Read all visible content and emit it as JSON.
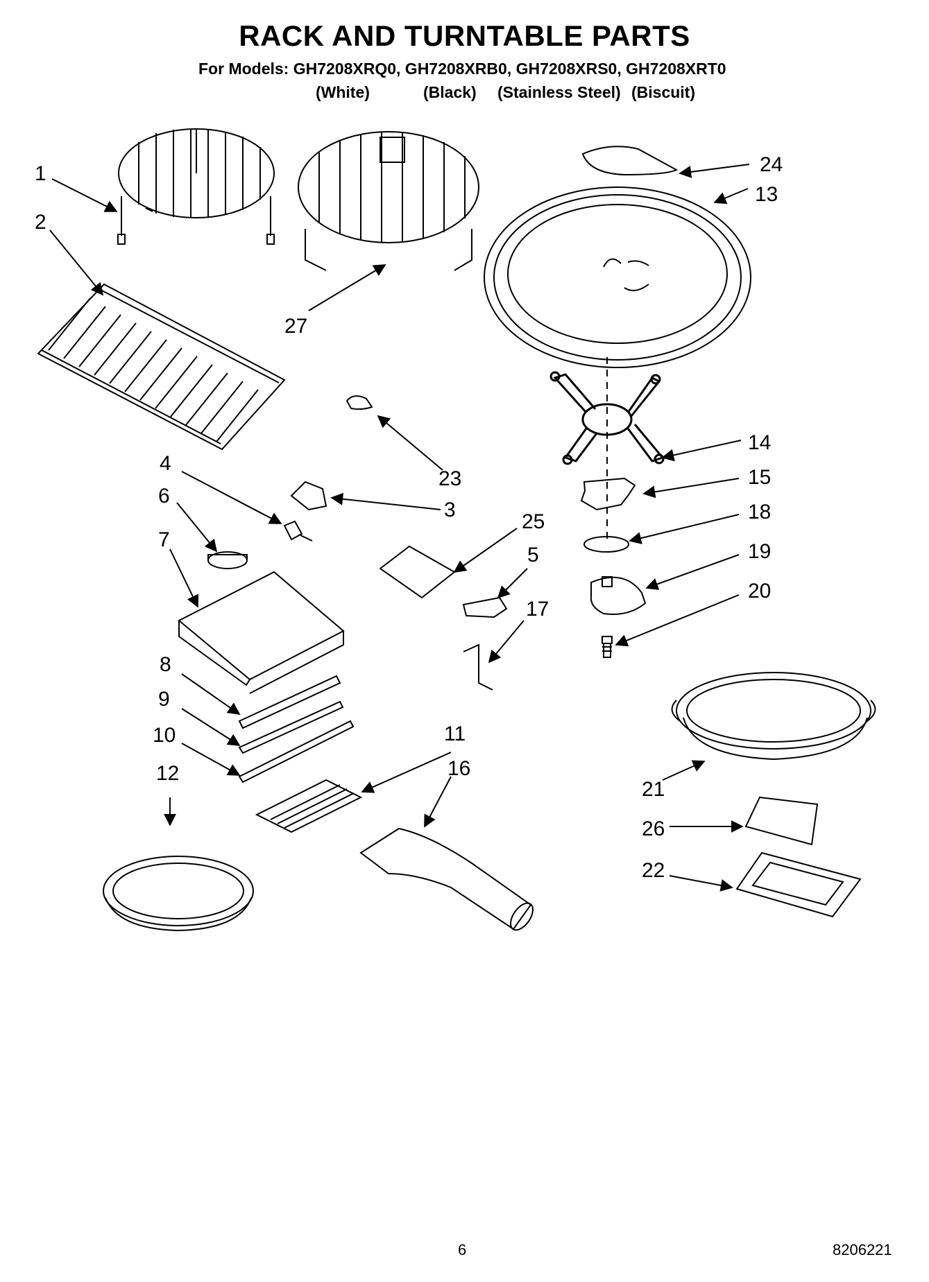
{
  "header": {
    "title": "RACK AND TURNTABLE PARTS",
    "models": "For Models: GH7208XRQ0, GH7208XRB0, GH7208XRS0, GH7208XRT0",
    "variants": [
      "(White)",
      "(Black)",
      "(Stainless Steel)",
      "(Biscuit)"
    ]
  },
  "callouts": [
    "1",
    "2",
    "3",
    "4",
    "5",
    "6",
    "7",
    "8",
    "9",
    "10",
    "11",
    "12",
    "13",
    "14",
    "15",
    "16",
    "17",
    "18",
    "19",
    "20",
    "21",
    "22",
    "23",
    "24",
    "25",
    "26",
    "27"
  ],
  "footer": {
    "page_number": "6",
    "doc_number": "8206221"
  }
}
